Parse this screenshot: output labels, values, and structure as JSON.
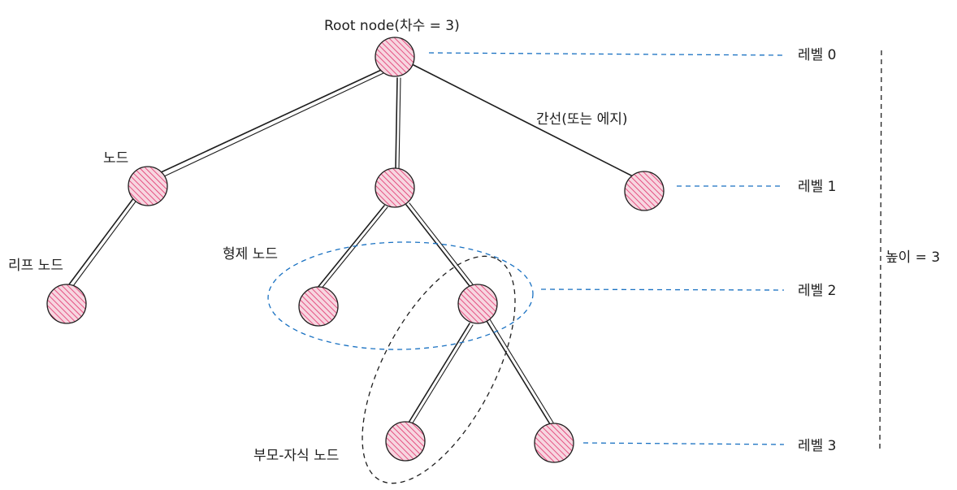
{
  "labels": {
    "root": "Root node(차수 = 3)",
    "edge": "간선(또는 에지)",
    "node": "노드",
    "leaf": "리프 노드",
    "sibling": "형제 노드",
    "parent_child": "부모-자식 노드",
    "height": "높이 = 3"
  },
  "levels": [
    "레벨 0",
    "레벨 1",
    "레벨 2",
    "레벨 3"
  ],
  "colors": {
    "node_fill": "#f7d6e0",
    "node_hatch": "#e0306a",
    "stroke": "#1e1e1e",
    "guide_blue": "#1971c2"
  }
}
